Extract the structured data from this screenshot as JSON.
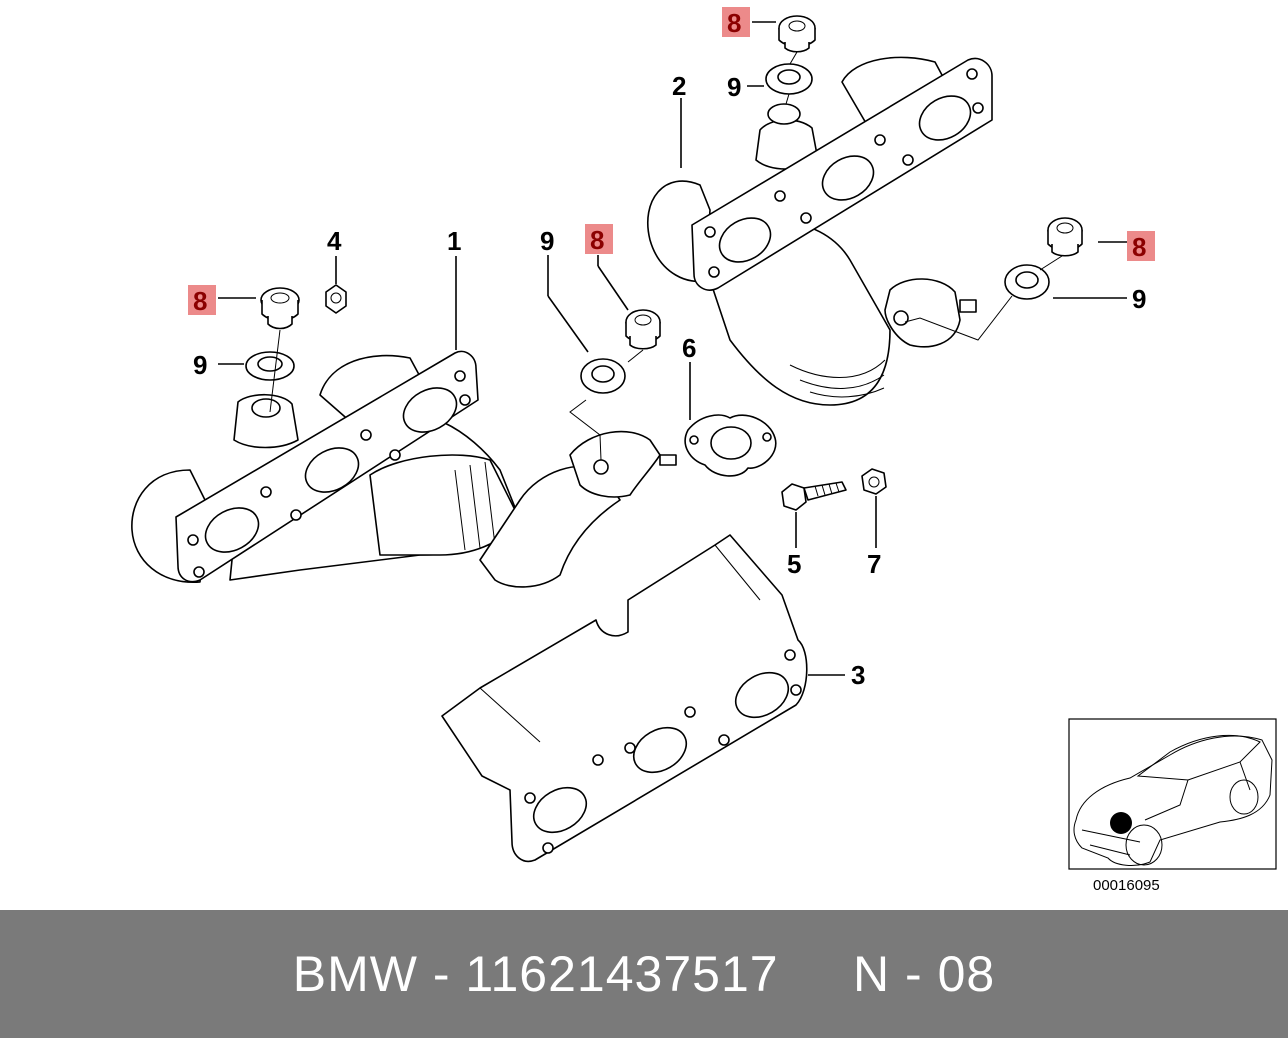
{
  "diagram": {
    "callouts": {
      "c1": "1",
      "c2": "2",
      "c3": "3",
      "c4": "4",
      "c5": "5",
      "c6": "6",
      "c7": "7",
      "c8a": "8",
      "c8b": "8",
      "c8c": "8",
      "c8d": "8",
      "c9a": "9",
      "c9b": "9",
      "c9c": "9",
      "c9d": "9"
    },
    "highlight_color": "#ec8a8a",
    "highlighted_part": "8",
    "thumbnail": {
      "id": "00016095",
      "marker_icon": "location-dot-icon"
    }
  },
  "footer": {
    "text": "BMW - 11621437517     N - 08",
    "background": "#7a7a7a"
  }
}
